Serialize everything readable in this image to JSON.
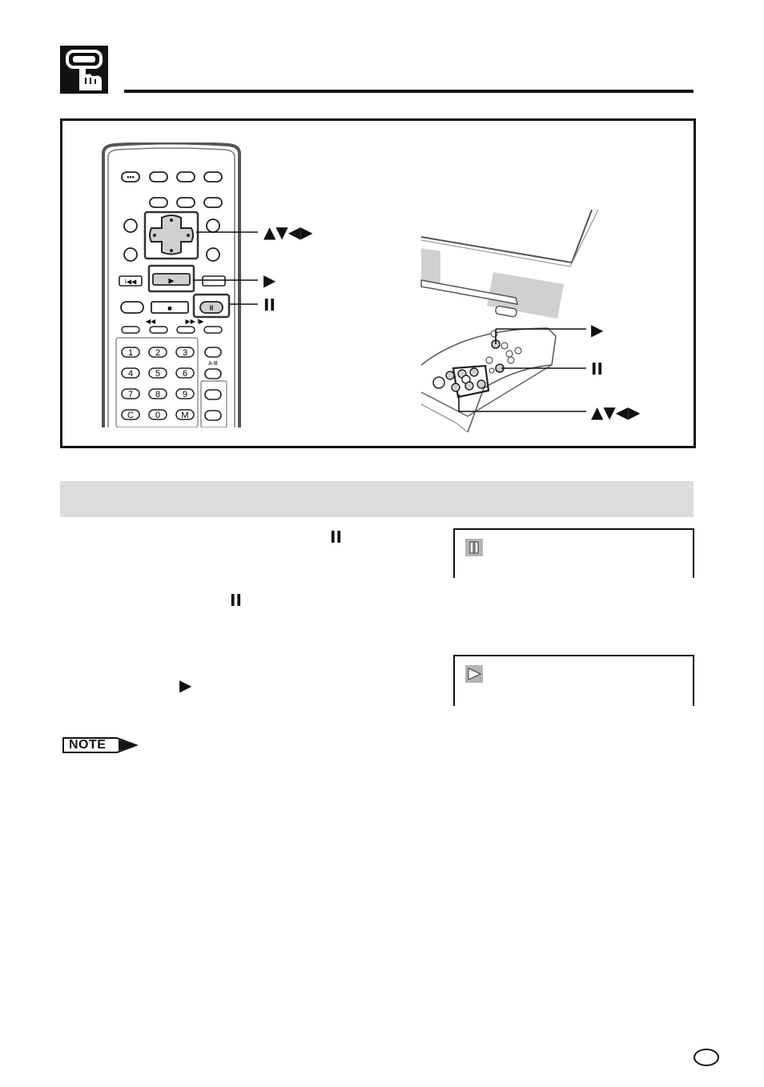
{
  "header": {
    "icon": "hand-pointer-icon"
  },
  "figure": {
    "remote": {
      "keypad_keys": [
        "1",
        "2",
        "3",
        "4",
        "5",
        "6",
        "7",
        "8",
        "9",
        "C",
        "0",
        "M"
      ],
      "ab_label": "A-B",
      "skip_back_glyph": "I◀◀",
      "rewind_glyph": "◀◀",
      "fast_forward_glyph": "▶▶ I▶",
      "stop_glyph": "■",
      "play_glyph": "▶",
      "pause_glyph": "II",
      "enter_glyph": "•••"
    },
    "callouts": {
      "remote_cursor": "▲▼◀▶",
      "remote_play": "▶",
      "remote_pause": "II",
      "unit_play": "▶",
      "unit_pause": "II",
      "unit_cursor": "▲▼◀▶"
    }
  },
  "body": {
    "step1_pause_glyph": "II",
    "step2_pause_glyph": "II",
    "step3_play_glyph": "▶",
    "screen_pause_icon": "pause-screen-icon",
    "screen_play_icon": "play-screen-icon"
  },
  "note": {
    "label": "NOTE"
  },
  "colors": {
    "text": "#111111",
    "section_bar": "#dcdcdc",
    "screen_icon": "#b4b4b4"
  }
}
